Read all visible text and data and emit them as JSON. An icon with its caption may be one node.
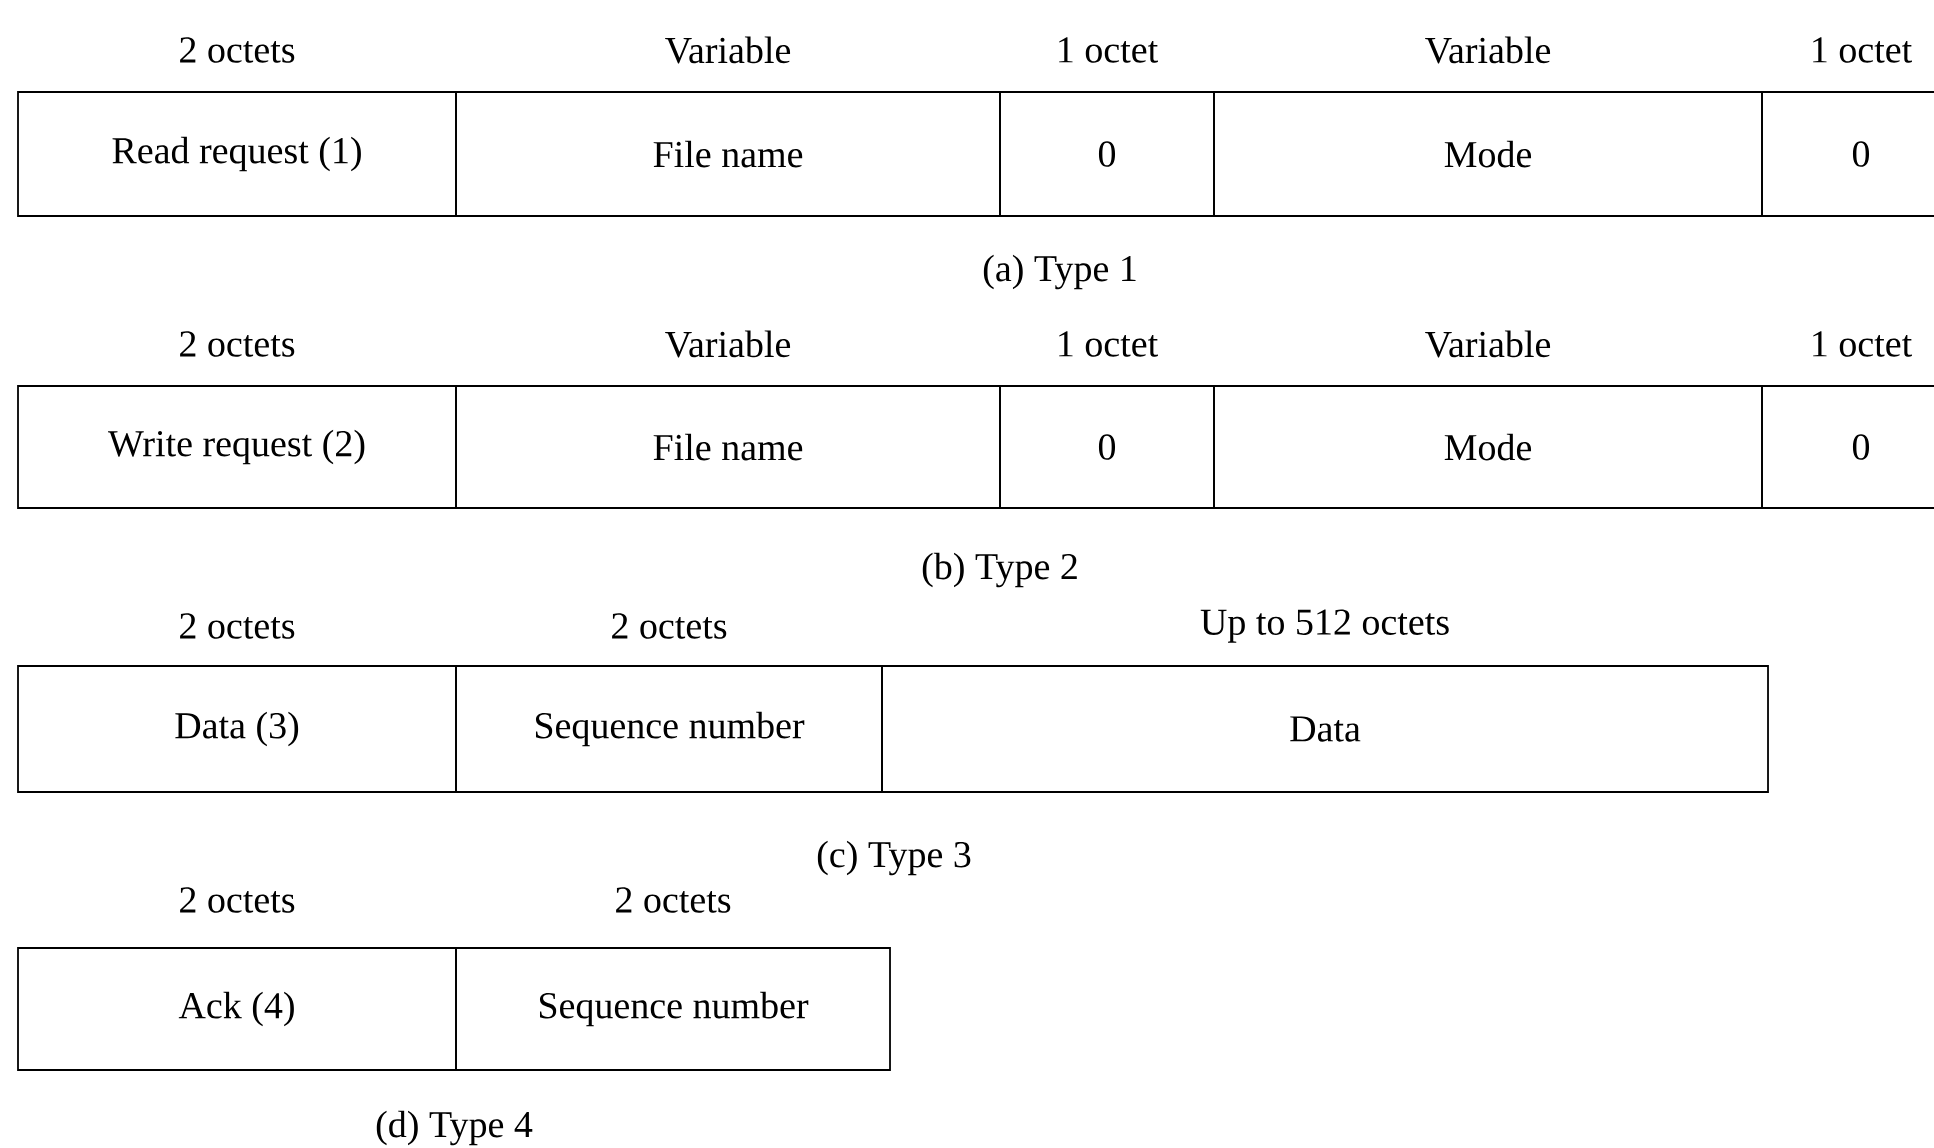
{
  "diagram": {
    "nodes": [
      {
        "text": [
          "Read request (1)"
        ],
        "beside": [
          "2 octets"
        ]
      },
      {
        "text": [
          "File name"
        ],
        "beside": [
          "Variable"
        ]
      },
      {
        "text": [
          "0"
        ],
        "beside": [
          "1 octet"
        ]
      },
      {
        "text": [
          "Mode"
        ],
        "beside": [
          "Variable"
        ]
      },
      {
        "text": [
          "0"
        ],
        "beside": [
          "1 octet"
        ]
      },
      {
        "text": [
          "Write request (2)"
        ],
        "beside": [
          "2 octets"
        ]
      },
      {
        "text": [
          "File name"
        ],
        "beside": [
          "Variable"
        ]
      },
      {
        "text": [
          "0"
        ],
        "beside": [
          "1 octet"
        ]
      },
      {
        "text": [
          "Mode"
        ],
        "beside": [
          "Variable"
        ]
      },
      {
        "text": [
          "0"
        ],
        "beside": [
          "1 octet"
        ]
      },
      {
        "text": [
          "Data (3)"
        ],
        "beside": [
          "2 octets"
        ]
      },
      {
        "text": [
          "Sequence number"
        ],
        "beside": [
          "2 octets"
        ]
      },
      {
        "text": [
          "Data"
        ],
        "beside": [
          "Up to 512 octets"
        ]
      },
      {
        "text": [
          "Ack (4)"
        ],
        "beside": [
          "2 octets"
        ]
      },
      {
        "text": [
          "Sequence number"
        ],
        "beside": [
          "2 octets"
        ]
      }
    ],
    "labels": [
      "(a) Type 1",
      "(b) Type 2",
      "(c) Type 3",
      "(d) Type 4"
    ]
  }
}
